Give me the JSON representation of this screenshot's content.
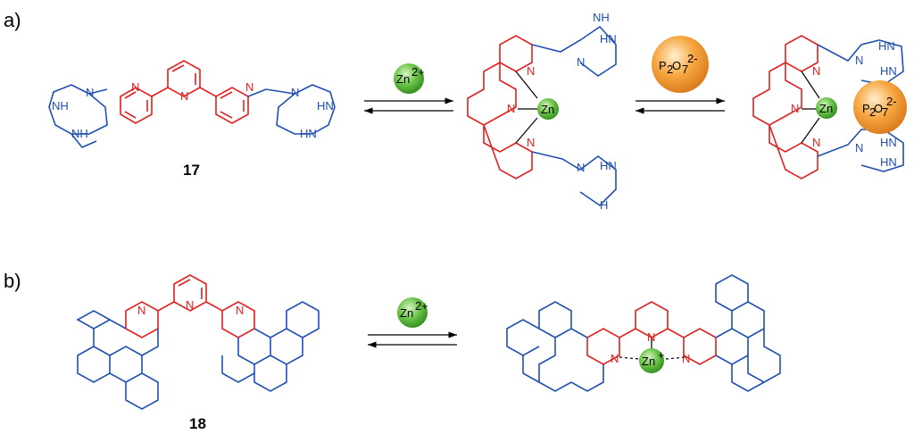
{
  "panels": {
    "a": {
      "label": "a)"
    },
    "b": {
      "label": "b)"
    }
  },
  "compounds": {
    "c17": "17",
    "c18": "18"
  },
  "reagents": {
    "zinc": "Zn",
    "zinc_charge": "2+",
    "pyrophosphate_main": "P",
    "pyrophosphate_sub1": "2",
    "pyrophosphate_o": "O",
    "pyrophosphate_sub2": "7",
    "pyrophosphate_charge": "2-"
  },
  "atoms": {
    "N": "N",
    "NH": "NH",
    "HN": "HN",
    "H": "H",
    "Zn": "Zn",
    "Zn_plus": "Zn",
    "plus": "+"
  },
  "colors": {
    "terpyridine": "#e02020",
    "macrocycle": "#1f4fb0",
    "zinc_ball": "#5fbf3a",
    "pyrophosphate_ball": "#f4a23a"
  }
}
